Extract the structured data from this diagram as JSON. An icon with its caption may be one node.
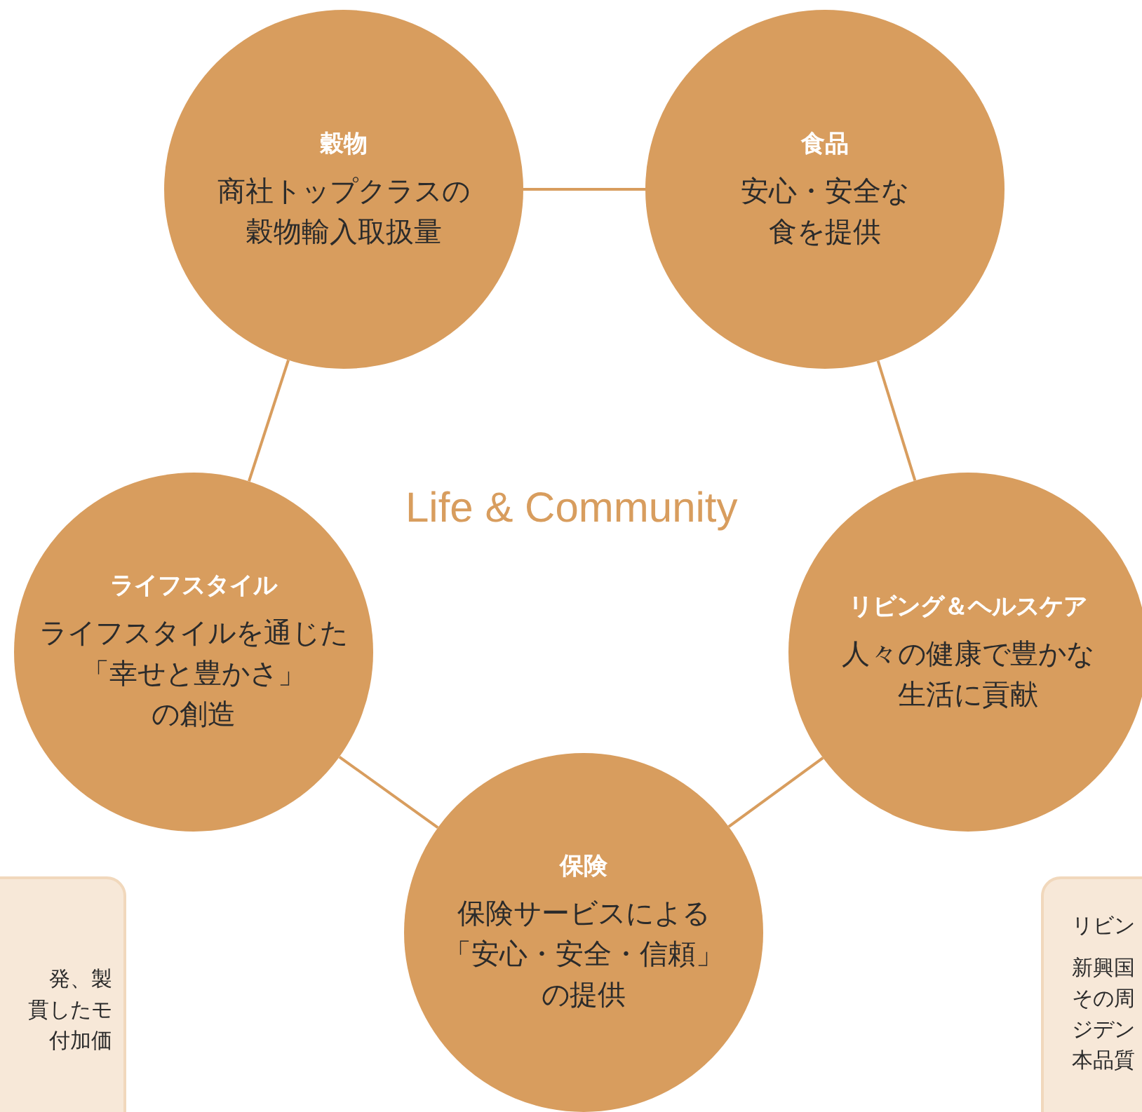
{
  "diagram": {
    "nodes": [
      {
        "text": [
          "穀物",
          "商社トップクラスの穀物輸入取扱量"
        ]
      },
      {
        "text": [
          "食品",
          "安心・安全な食を提供"
        ]
      },
      {
        "text": [
          "ライフスタイル",
          "ライフスタイルを通じた「幸せと豊かさ」の創造"
        ]
      },
      {
        "text": [
          "リビング＆ヘルスケア",
          "人々の健康で豊かな生活に貢献"
        ]
      },
      {
        "text": [
          "保険",
          "保険サービスによる「安心・安全・信頼」の提供"
        ]
      },
      {
        "text": [
          "発、製貫したモ付加価"
        ]
      },
      {
        "text": [
          "リビン",
          "新興国その周ジデン本品質"
        ]
      }
    ],
    "edges": [
      {
        "from": 0,
        "to": 1,
        "arrow": "none"
      },
      {
        "from": 1,
        "to": 3,
        "arrow": "none"
      },
      {
        "from": 3,
        "to": 4,
        "arrow": "none"
      },
      {
        "from": 4,
        "to": 2,
        "arrow": "none"
      },
      {
        "from": 2,
        "to": 0,
        "arrow": "none"
      }
    ],
    "labels": [
      "Life & Community"
    ]
  }
}
